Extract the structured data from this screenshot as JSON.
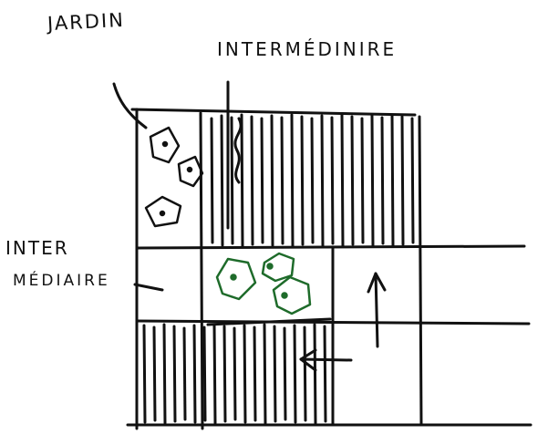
{
  "labels": {
    "jardin": "JARDIN",
    "intermediaire_top": "INTERMÉDINIRE",
    "inter_left_line1": "INTER",
    "inter_left_line2": "MÉDIAIRE"
  },
  "colors": {
    "ink": "#111111",
    "tree_green": "#1e6b2a",
    "paper": "#ffffff"
  },
  "icons": {
    "tree_outline": "tree-icon",
    "arrow": "arrow-icon"
  }
}
